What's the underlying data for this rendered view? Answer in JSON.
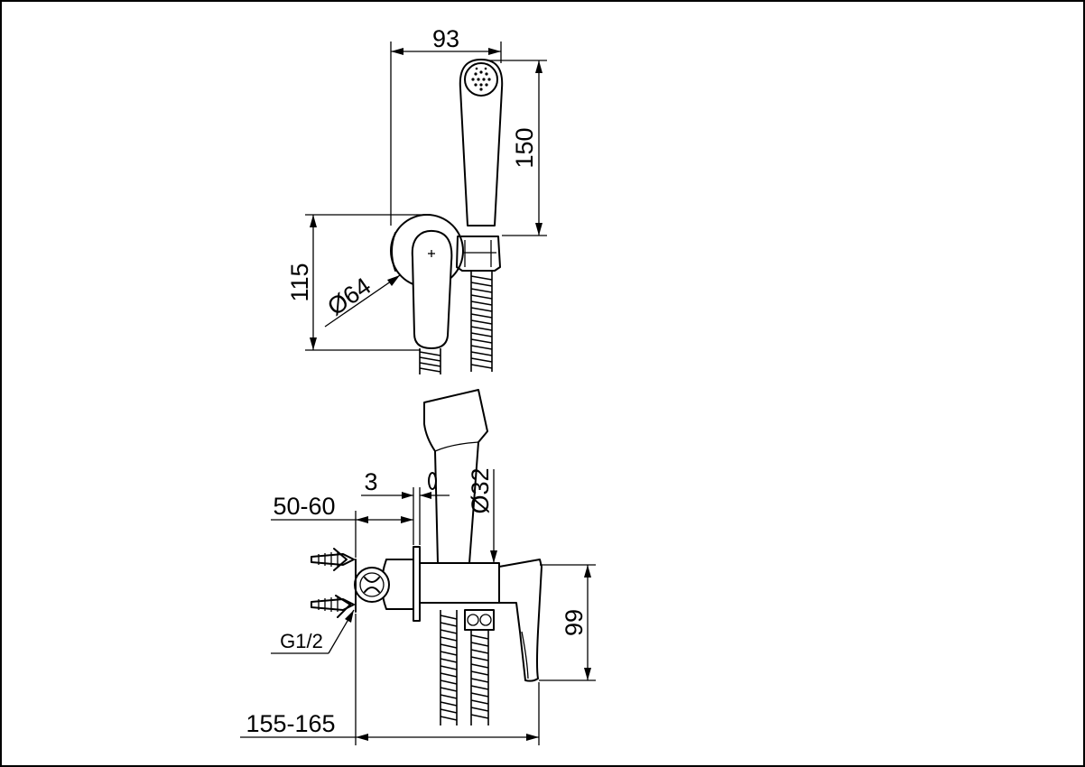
{
  "dimensions": {
    "top_width": "93",
    "shower_height": "150",
    "body_height": "115",
    "flange_diameter": "Ø64",
    "flange_gap": "3",
    "wall_depth": "50-60",
    "hose_diameter": "Ø32",
    "side_height": "99",
    "thread": "G1/2",
    "total_depth": "155-165"
  }
}
